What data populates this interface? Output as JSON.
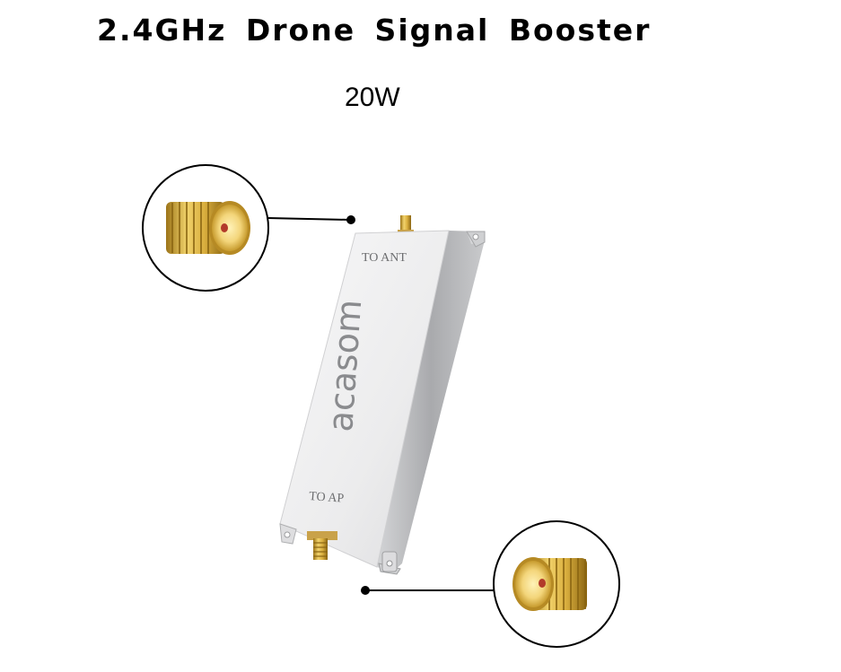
{
  "page": {
    "title": "2.4GHz Drone Signal Booster",
    "subtitle": "20W"
  },
  "device": {
    "brand": "acasom",
    "port_top_label": "TO ANT",
    "port_bottom_label": "TO AP",
    "colors": {
      "body": "#e9e9ea",
      "side": "#b8b9bc",
      "connector_gold": "#d4a93a",
      "callout_line": "#000000"
    }
  },
  "callouts": [
    {
      "name": "sma-connector-top-detail",
      "icon": "sma-female-connector-icon"
    },
    {
      "name": "sma-connector-bottom-detail",
      "icon": "sma-female-connector-icon"
    }
  ]
}
